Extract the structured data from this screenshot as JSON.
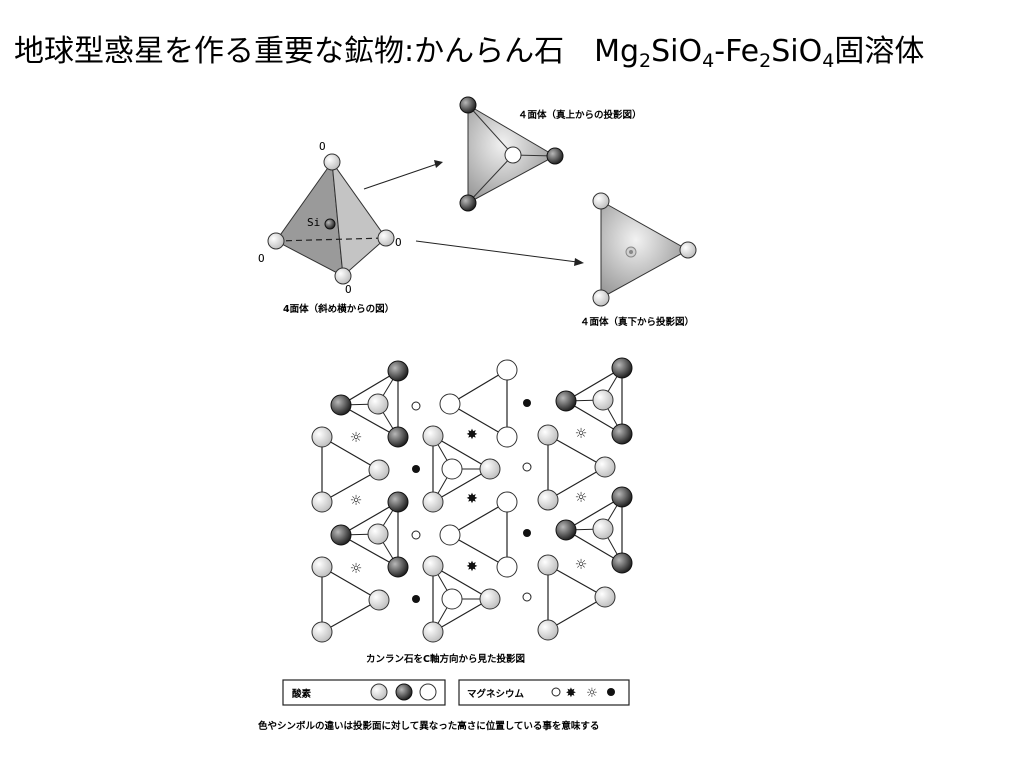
{
  "title": {
    "prefix": "地球型惑星を作る重要な鉱物:かんらん石",
    "f1": "Mg",
    "f1_sub1": "2",
    "f1_mid": "SiO",
    "f1_sub2": "4",
    "dash": "-",
    "f2": "Fe",
    "f2_sub1": "2",
    "f2_mid": "SiO",
    "f2_sub2": "4",
    "suffix": "固溶体"
  },
  "tetrahedron": {
    "oxygen_label": "O",
    "si_label": "Si",
    "caption_oblique": "4面体（斜め横からの図）",
    "caption_top": "４面体（真上からの投影図）",
    "caption_bottom": "４面体（真下から投影図）"
  },
  "lattice": {
    "caption": "カンラン石をC軸方向から見た投影図"
  },
  "legend": {
    "oxygen_label": "酸素",
    "magnesium_label": "マグネシウム"
  },
  "footnote": "色やシンボルの違いは投影面に対して異なった高さに位置している事を意味する",
  "colors": {
    "oxygen_light": "#d9d9d9",
    "oxygen_dark": "#555555",
    "oxygen_white": "#ffffff",
    "face_gray": "#a8a8a8"
  }
}
